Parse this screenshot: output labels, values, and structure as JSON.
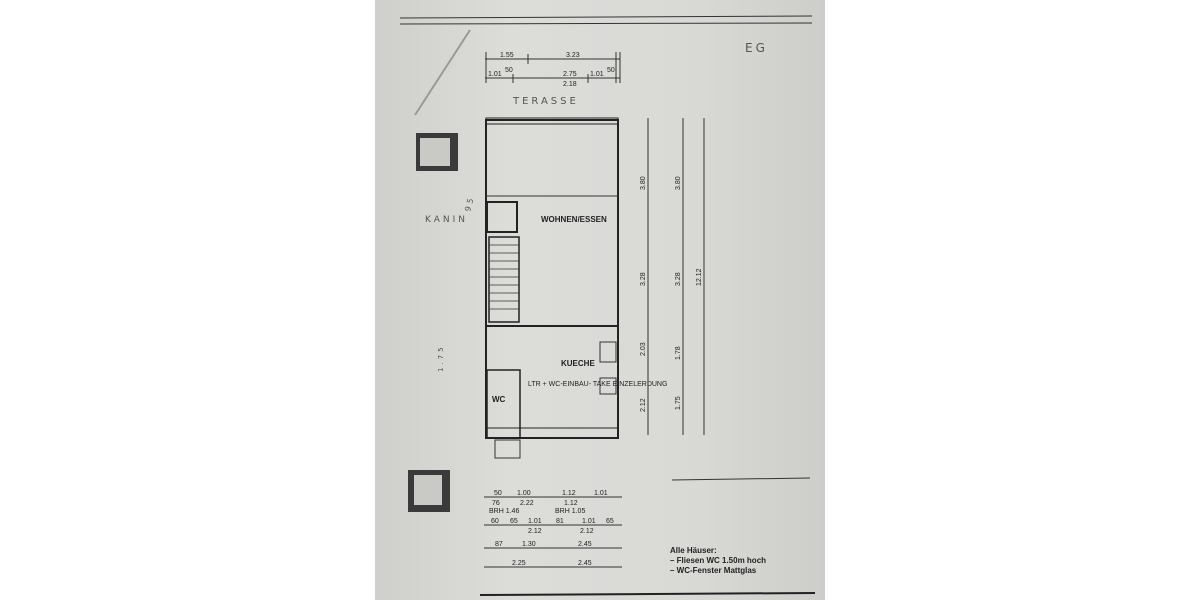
{
  "plan": {
    "floor": "EG",
    "terrace_label": "TERASSE",
    "fireplace_label": "KANIN",
    "fireplace_dim": "95",
    "rooms": {
      "living": "WOHNEN/ESSEN",
      "kitchen": "KUECHE",
      "wc": "WC"
    },
    "kitchen_note": "LTR + WC-EINBAU- TAKE EINZELERDUNG",
    "side_dim": "1.75"
  },
  "top_dims": {
    "row1": [
      "1.55",
      "3.23"
    ],
    "row2": [
      "1.01",
      "50",
      "2.75",
      "1.01",
      "50"
    ],
    "row2_total": "2.18"
  },
  "right_dims": {
    "col1": [
      "3.80",
      "3.28",
      "2.03",
      "2.12"
    ],
    "col2": [
      "3.80",
      "3.28",
      "1.78",
      "1.75"
    ],
    "total": "12.12"
  },
  "bottom_dims": {
    "row1": [
      "50",
      "1.00",
      "1.12",
      "1.01"
    ],
    "row1_sub": [
      "76",
      "2.22",
      "1.12"
    ],
    "brh": [
      "BRH 1.46",
      "BRH 1.05"
    ],
    "row2": [
      "60",
      "65",
      "1.01",
      "81",
      "1.01",
      "65"
    ],
    "row2_sub": [
      "2.12",
      "2.12"
    ],
    "row3": [
      "87",
      "1.30",
      "2.45"
    ],
    "row4": [
      "2.25",
      "2.45"
    ]
  },
  "notes": {
    "title": "Alle Häuser:",
    "lines": [
      "– Fliesen WC 1.50m hoch",
      "– WC-Fenster Mattglas"
    ]
  }
}
